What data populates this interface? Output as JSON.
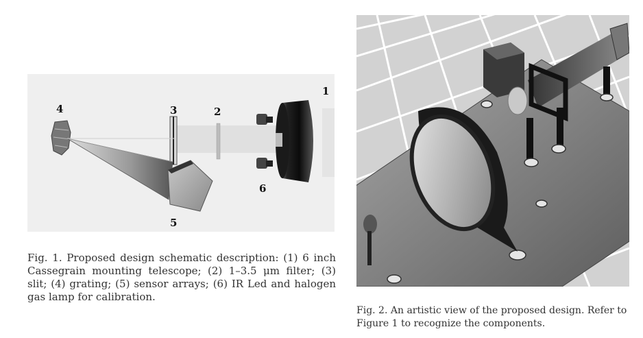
{
  "figure1": {
    "labels": {
      "telescope": "1",
      "filter": "2",
      "slit": "3",
      "grating": "4",
      "sensor": "5",
      "lamp": "6"
    },
    "caption": "Fig. 1.  Proposed design schematic description: (1) 6 inch Cassegrain mounting telescope; (2) 1–3.5 μm filter; (3) slit; (4) grating; (5) sensor arrays; (6) IR Led and halogen gas lamp for calibration."
  },
  "figure2": {
    "caption": "Fig. 2. An artistic view of the proposed design. Refer to Figure 1 to recognize the components."
  }
}
